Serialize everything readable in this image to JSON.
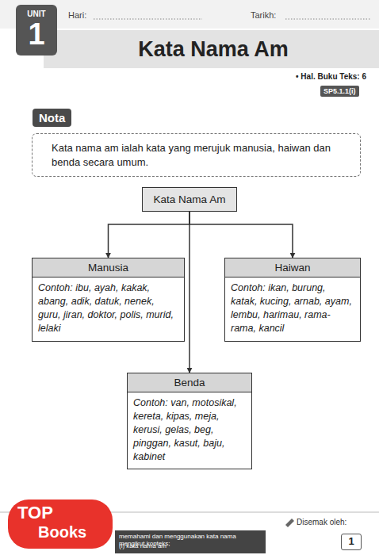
{
  "diagram": {
    "title": "Kata Nama Am",
    "nodes": [
      {
        "text": [
          "Nota",
          "Kata nama am ialah kata yang merujuk manusia, haiwan dan benda secara umum."
        ]
      },
      {
        "text": [
          "Kata Nama Am"
        ]
      },
      {
        "text": [
          "Manusia",
          "Contoh: ibu, ayah, kakak, abang, adik, datuk, nenek, guru, jiran, doktor, polis, murid, lelaki"
        ]
      },
      {
        "text": [
          "Haiwan",
          "Contoh: ikan, burung, katak, kucing, arnab, ayam, lembu, harimau, rama-rama, kancil"
        ]
      },
      {
        "text": [
          "Benda",
          "Contoh: van, motosikal, kereta, kipas, meja, kerusi, gelas, beg, pinggan, kasut, baju, kabinet"
        ]
      }
    ],
    "edges": [
      {
        "from": 1,
        "to": 2,
        "arrow": "to"
      },
      {
        "from": 1,
        "to": 3,
        "arrow": "to"
      },
      {
        "from": 1,
        "to": 4,
        "arrow": "to"
      }
    ],
    "labels": [
      "UNIT",
      "1",
      "Hari:",
      "Tarikh:",
      "• Hal. Buku Teks: 6",
      "SP5.1.1(i)",
      "Disemak oleh:",
      "1",
      "memahami dan menggunakan kata nama mengikut konteks;",
      "(i) kata nama am",
      "TOP",
      "Books"
    ]
  }
}
